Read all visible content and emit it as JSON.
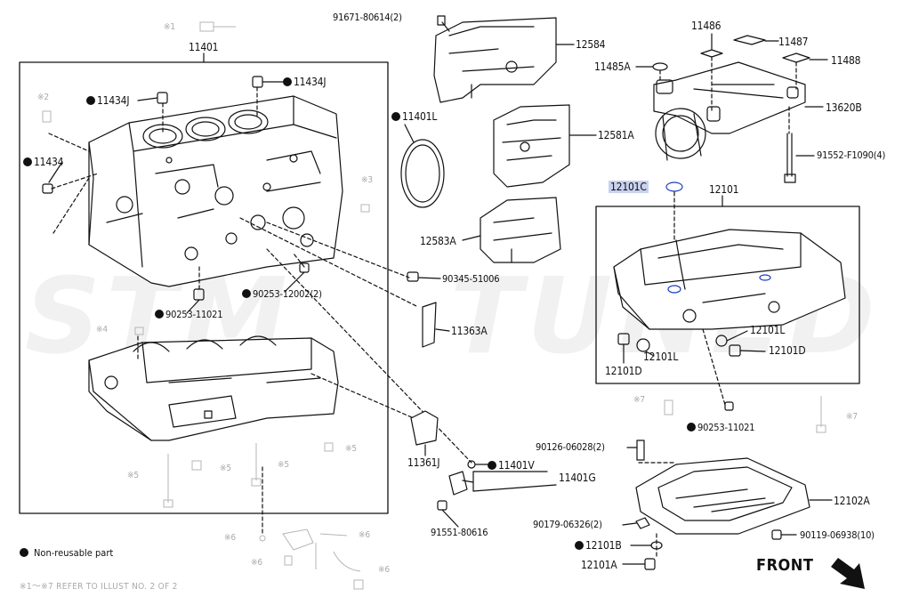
{
  "watermark": {
    "left": "STM",
    "right": "TUNED"
  },
  "box_labels": {
    "block": "11401",
    "oil_pan": "12101"
  },
  "labels": {
    "bolt_91671": "91671-80614(2)",
    "cover_12584": "12584",
    "cover_12581A": "12581A",
    "cover_12583A": "12583A",
    "seal_11401L": "11401L",
    "bracket_11486": "11486",
    "bracket_11487": "11487",
    "washer_11485A": "11485A",
    "bracket_11488": "11488",
    "balancer_13620B": "13620B",
    "bolt_91552": "91552-F1090(4)",
    "gasket_12101C": "12101C",
    "pin_11434J_top": "11434J",
    "pin_11434J_left": "11434J",
    "pin_11434": "11434",
    "plug_90345": "90345-51006",
    "plug_90253_12002": "90253-12002(2)",
    "plug_90253_11021_block": "90253-11021",
    "clip_11363A": "11363A",
    "gasket_12101L_a": "12101L",
    "plug_12101D_a": "12101D",
    "gasket_12101L_b": "12101L",
    "plug_12101D_b": "12101D",
    "plug_90253_11021_pan": "90253-11021",
    "stud_90126": "90126-06028(2)",
    "pan_12102A": "12102A",
    "cap_11361J": "11361J",
    "ring_11401V": "11401V",
    "fitting_11401G": "11401G",
    "bolt_91551": "91551-80616",
    "nut_90179": "90179-06326(2)",
    "gasket_12101B": "12101B",
    "bolt_90119": "90119-06938(10)",
    "plug_12101A": "12101A"
  },
  "ref_marks": {
    "m1": "※1",
    "m2": "※2",
    "m3": "※3",
    "m4": "※4",
    "m5a": "※5",
    "m5b": "※5",
    "m5c": "※5",
    "m5d": "※5",
    "m6a": "※6",
    "m6b": "※6",
    "m6c": "※6",
    "m6d": "※6",
    "m7a": "※7",
    "m7b": "※7"
  },
  "legend": {
    "non_reusable": "Non-reusable part"
  },
  "ref_note": "※1～※7  REFER TO ILLUST NO. 2 OF 2",
  "front_label": "FRONT",
  "colors": {
    "line": "#111111",
    "ghost": "#b5b5b5",
    "highlight": "#c8d2f0",
    "watermark": "#dddddd"
  }
}
